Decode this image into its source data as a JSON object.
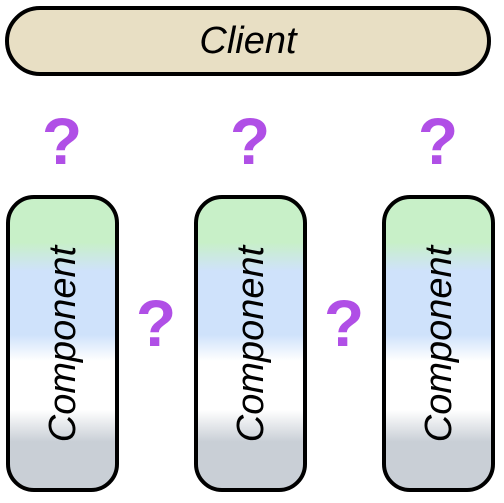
{
  "client": {
    "label": "Client"
  },
  "question_mark": "?",
  "components": [
    {
      "label": "Component"
    },
    {
      "label": "Component"
    },
    {
      "label": "Component"
    }
  ],
  "colors": {
    "client_fill": "#e8dfc4",
    "question_mark": "#b04fe6",
    "component_band_top": "#c8f0c8",
    "component_band_2": "#cfe2fb",
    "component_band_3": "#ffffff",
    "component_band_bottom": "#c9cfd6",
    "stroke": "#000000"
  }
}
